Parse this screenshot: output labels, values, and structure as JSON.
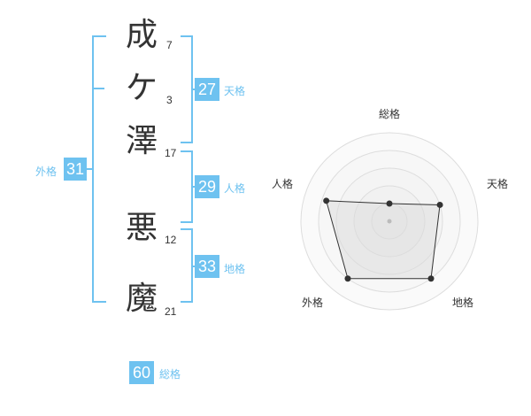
{
  "name": {
    "characters": [
      {
        "char": "成",
        "strokes": "7"
      },
      {
        "char": "ケ",
        "strokes": "3"
      },
      {
        "char": "澤",
        "strokes": "17"
      },
      {
        "char": "悪",
        "strokes": "12"
      },
      {
        "char": "魔",
        "strokes": "21"
      }
    ]
  },
  "fortune": {
    "tenkaku": {
      "label": "天格",
      "value": "27"
    },
    "jinkaku": {
      "label": "人格",
      "value": "29"
    },
    "chikaku": {
      "label": "地格",
      "value": "33"
    },
    "gaikaku": {
      "label": "外格",
      "value": "31"
    },
    "soukaku": {
      "label": "総格",
      "value": "60"
    }
  },
  "radar": {
    "axes": [
      "総格",
      "天格",
      "地格",
      "外格",
      "人格"
    ],
    "values": [
      0.2,
      0.6,
      0.8,
      0.8,
      0.75
    ],
    "ring_count": 5,
    "colors": {
      "line": "#333333",
      "fill": "#eeeeee",
      "ring": "#dddddd",
      "point": "#333333"
    }
  },
  "colors": {
    "accent": "#6ec2f0",
    "text": "#333333"
  }
}
